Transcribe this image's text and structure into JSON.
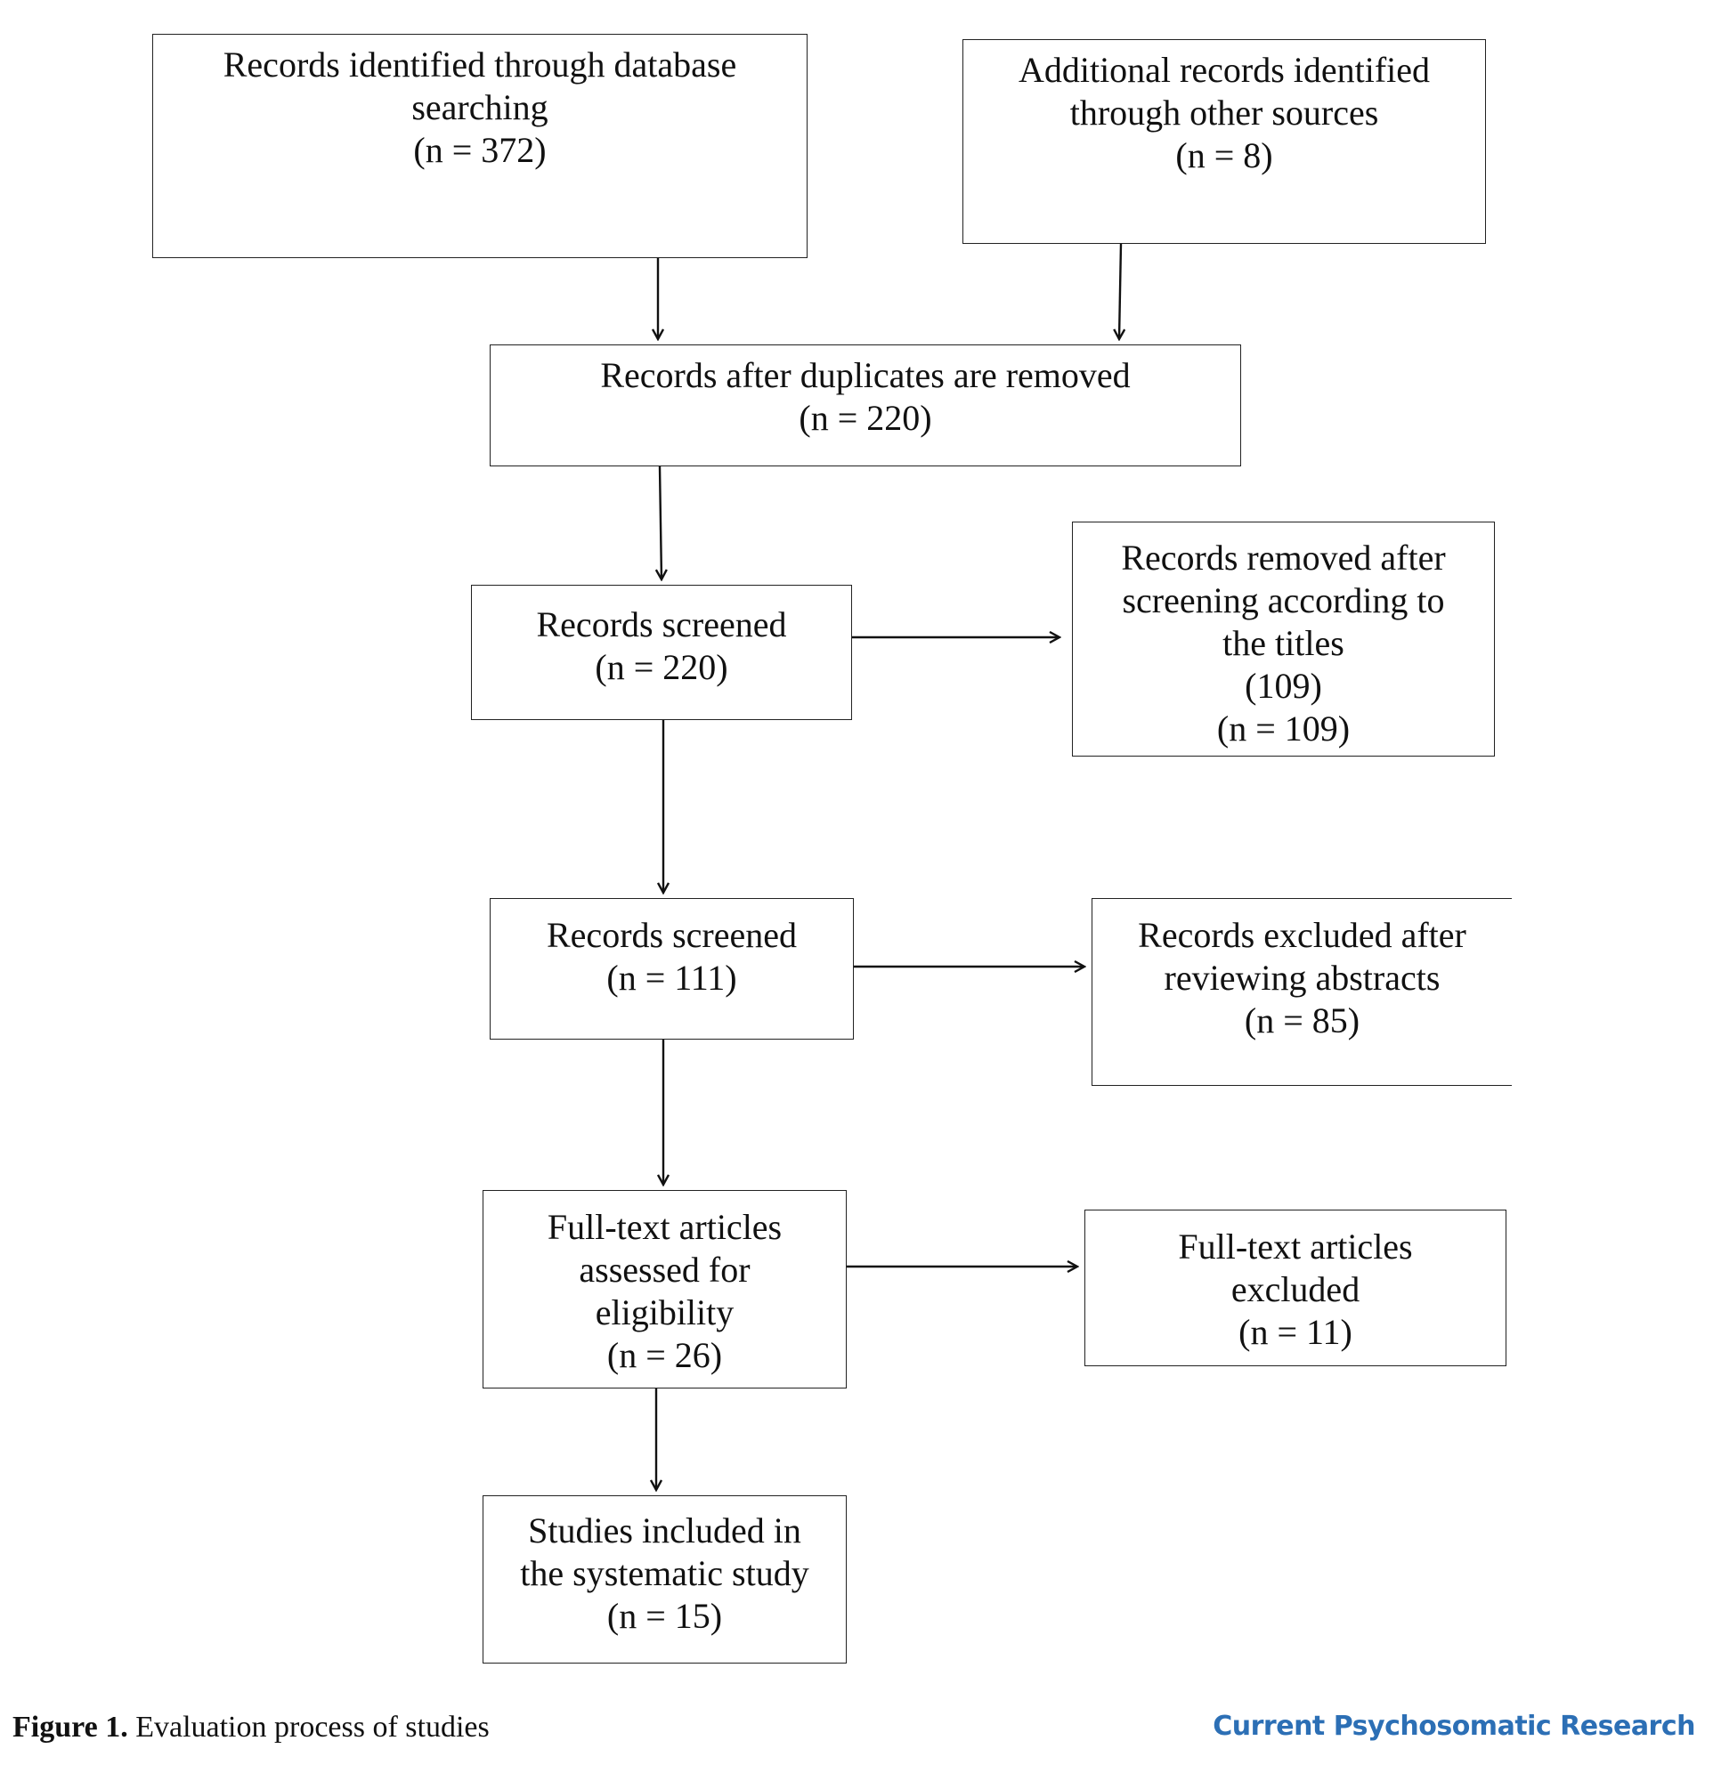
{
  "diagram": {
    "database": {
      "lines": [
        "Records identified through database",
        "searching",
        "(n = 372)"
      ]
    },
    "other": {
      "lines": [
        "Additional records identified",
        "through other sources",
        "(n = 8)"
      ]
    },
    "dedup": {
      "lines": [
        "Records after duplicates are removed",
        "(n = 220)"
      ]
    },
    "screened1": {
      "lines": [
        "Records screened",
        "(n = 220)"
      ]
    },
    "removed": {
      "lines": [
        "Records removed after",
        "screening according to",
        "the titles",
        "(109)",
        "(n = 109)"
      ]
    },
    "screened2": {
      "lines": [
        "Records screened",
        "(n = 111)"
      ]
    },
    "abstracts": {
      "lines": [
        "Records excluded after",
        "reviewing abstracts",
        "(n = 85)"
      ]
    },
    "fulltext": {
      "lines": [
        "Full-text articles",
        "assessed for",
        "eligibility",
        "(n = 26)"
      ]
    },
    "excluded": {
      "lines": [
        "Full-text articles",
        "excluded",
        "(n = 11)"
      ]
    },
    "included": {
      "lines": [
        "Studies included in",
        "the systematic study",
        "(n = 15)"
      ]
    }
  },
  "caption": {
    "label": "Figure 1.",
    "text": " Evaluation process of studies"
  },
  "brand": "Current Psychosomatic Research"
}
